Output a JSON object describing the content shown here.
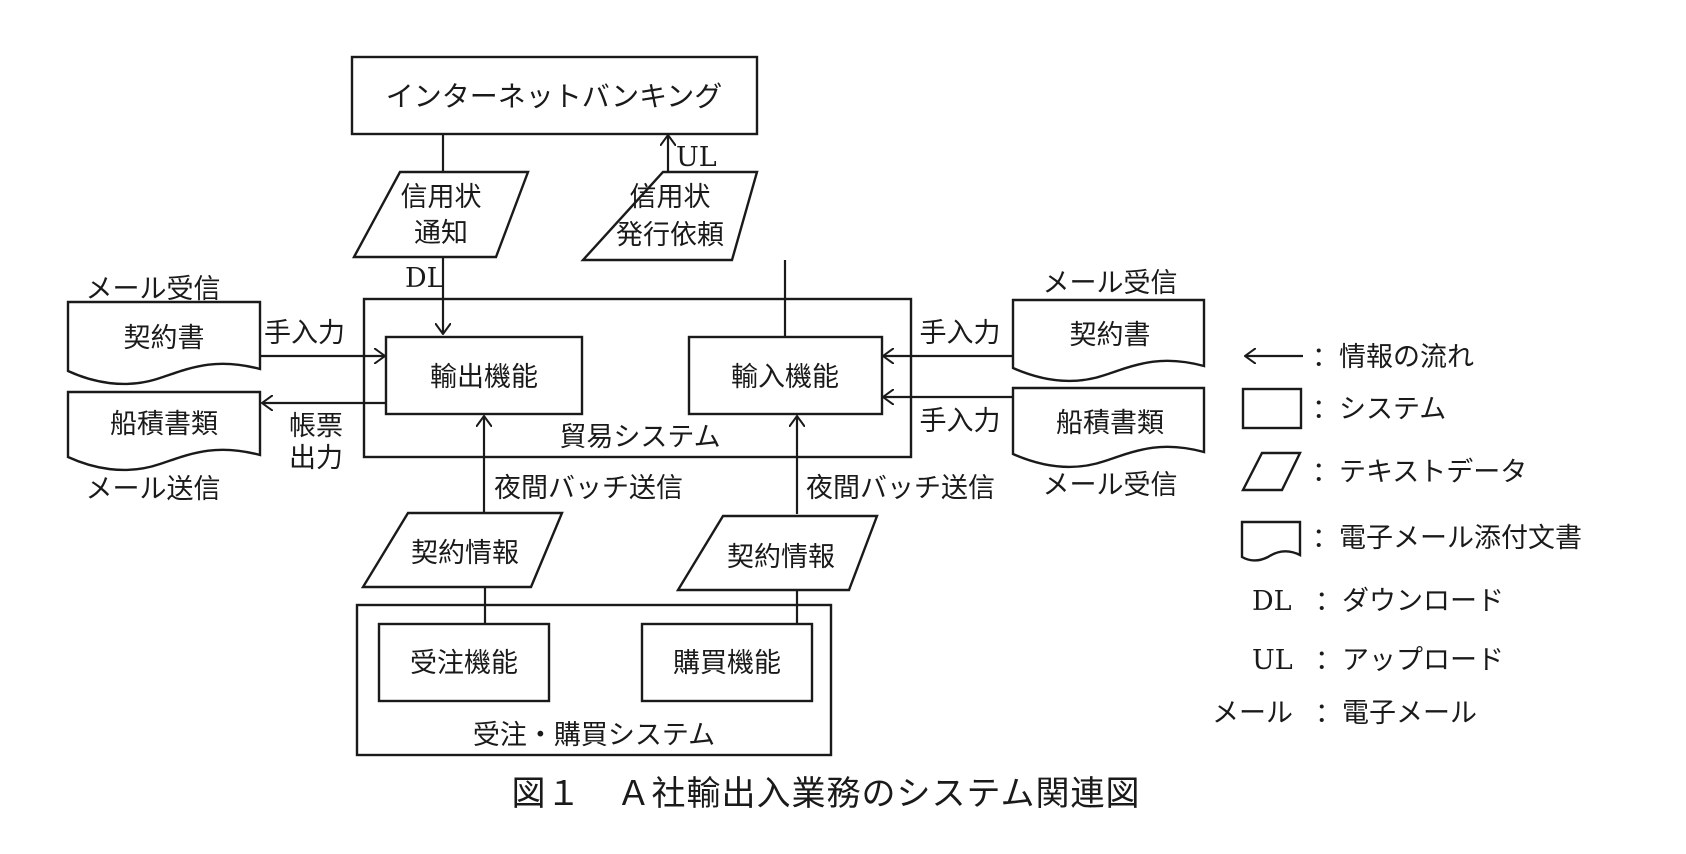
{
  "diagram": {
    "caption": "図１　Ａ社輸出入業務のシステム関連図",
    "systems": {
      "internet_banking": "インターネットバンキング",
      "trade_system": "貿易システム",
      "export_function": "輸出機能",
      "import_function": "輸入機能",
      "order_purchase_system": "受注・購買システム",
      "order_function": "受注機能",
      "purchase_function": "購買機能"
    },
    "text_data": {
      "lc_notice_line1": "信用状",
      "lc_notice_line2": "通知",
      "lc_request_line1": "信用状",
      "lc_request_line2": "発行依頼",
      "contract_info_left": "契約情報",
      "contract_info_right": "契約情報"
    },
    "documents": {
      "left_contract": "契約書",
      "left_contract_label": "メール受信",
      "left_shipping": "船積書類",
      "left_shipping_label": "メール送信",
      "right_contract": "契約書",
      "right_contract_label": "メール受信",
      "right_shipping": "船積書類",
      "right_shipping_label": "メール受信"
    },
    "flow_labels": {
      "dl": "DL",
      "ul": "UL",
      "manual_input_left": "手入力",
      "report_output_line1": "帳票",
      "report_output_line2": "出力",
      "manual_input_right_top": "手入力",
      "manual_input_right_bottom": "手入力",
      "night_batch_left": "夜間バッチ送信",
      "night_batch_right": "夜間バッチ送信"
    },
    "legend": [
      {
        "symbol": "arrow-icon",
        "text": "：情報の流れ"
      },
      {
        "symbol": "rectangle-icon",
        "text": "：システム"
      },
      {
        "symbol": "parallelogram-icon",
        "text": "：テキストデータ"
      },
      {
        "symbol": "document-icon",
        "text": "：電子メール添付文書"
      },
      {
        "abbr": "DL",
        "text": "：ダウンロード"
      },
      {
        "abbr": "UL",
        "text": "：アップロード"
      },
      {
        "abbr": "メール",
        "text": "：電子メール"
      }
    ]
  }
}
